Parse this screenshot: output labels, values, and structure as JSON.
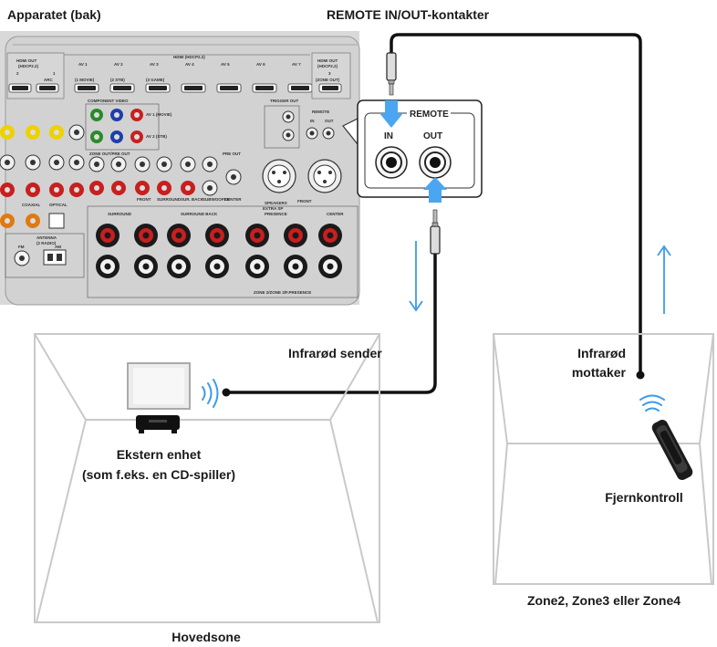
{
  "labels": {
    "device_back": "Apparatet (bak)",
    "remote_jacks": "REMOTE IN/OUT-kontakter",
    "ir_sender": "Infrarød sender",
    "ir_receiver_line1": "Infrarød",
    "ir_receiver_line2": "mottaker",
    "external_device_line1": "Ekstern enhet",
    "external_device_line2": "(som f.eks. en CD-spiller)",
    "remote_control": "Fjernkontroll",
    "zone_label": "Zone2, Zone3 eller Zone4",
    "main_zone": "Hovedsone"
  },
  "zoom": {
    "title": "REMOTE",
    "in_label": "IN",
    "out_label": "OUT"
  },
  "panel": {
    "hdmi_header": "HDMI (HDCP2.2)",
    "hdmi_out": "HDMI OUT",
    "hdmi_out_sub": "(HDCP2.2)",
    "arc": "ARC",
    "hdmi_inputs": [
      {
        "name": "AV 1",
        "sub": "(1 MOVIE)"
      },
      {
        "name": "AV 2",
        "sub": "(2 STB)"
      },
      {
        "name": "AV 3",
        "sub": "(3 GAME)"
      },
      {
        "name": "AV 4",
        "sub": ""
      },
      {
        "name": "AV 5",
        "sub": ""
      },
      {
        "name": "AV 6",
        "sub": ""
      },
      {
        "name": "AV 7",
        "sub": ""
      }
    ],
    "hdmi_out3": "HDMI OUT",
    "hdmi_out3_sub": "(HDCP2.2)",
    "zone_out": "(ZONE OUT)",
    "component_video": "COMPONENT VIDEO",
    "av1_movie": "AV 1 (MOVIE)",
    "av2_stb": "AV 2 (STB)",
    "trigger_out": "TRIGGER OUT",
    "remote": "REMOTE",
    "remote_in": "IN",
    "remote_out": "OUT",
    "zone_out_pre_out": "ZONE OUT/PRE OUT",
    "pre_out": "PRE OUT",
    "front": "FRONT",
    "surround": "SURROUND",
    "sur_back": "SUR. BACK",
    "center": "CENTER",
    "subwoofer": "SUBWOOFER",
    "speakers": "SPEAKERS",
    "surround_back": "SURROUND BACK",
    "extra_sp": "EXTRA SP",
    "presence": "PRESENCE",
    "zone_presence": "ZONE 2/ZONE 3/F.PRESENCE",
    "antenna": "ANTENNA",
    "radio": "(2 RADIO)",
    "fm": "FM",
    "am": "AM",
    "coaxial": "COAXIAL",
    "optical": "OPTICAL"
  },
  "colors": {
    "arrow_blue": "#3d9be9",
    "arrow_big": "#4aa6f0",
    "cable": "#111111",
    "panel_bg": "#d7d7d7",
    "room_outline": "#c9c9c9"
  },
  "icons": [
    "remote-arrow-up-icon",
    "remote-arrow-down-icon",
    "ir-wave-icon",
    "remote-control-icon",
    "cd-player-icon"
  ]
}
